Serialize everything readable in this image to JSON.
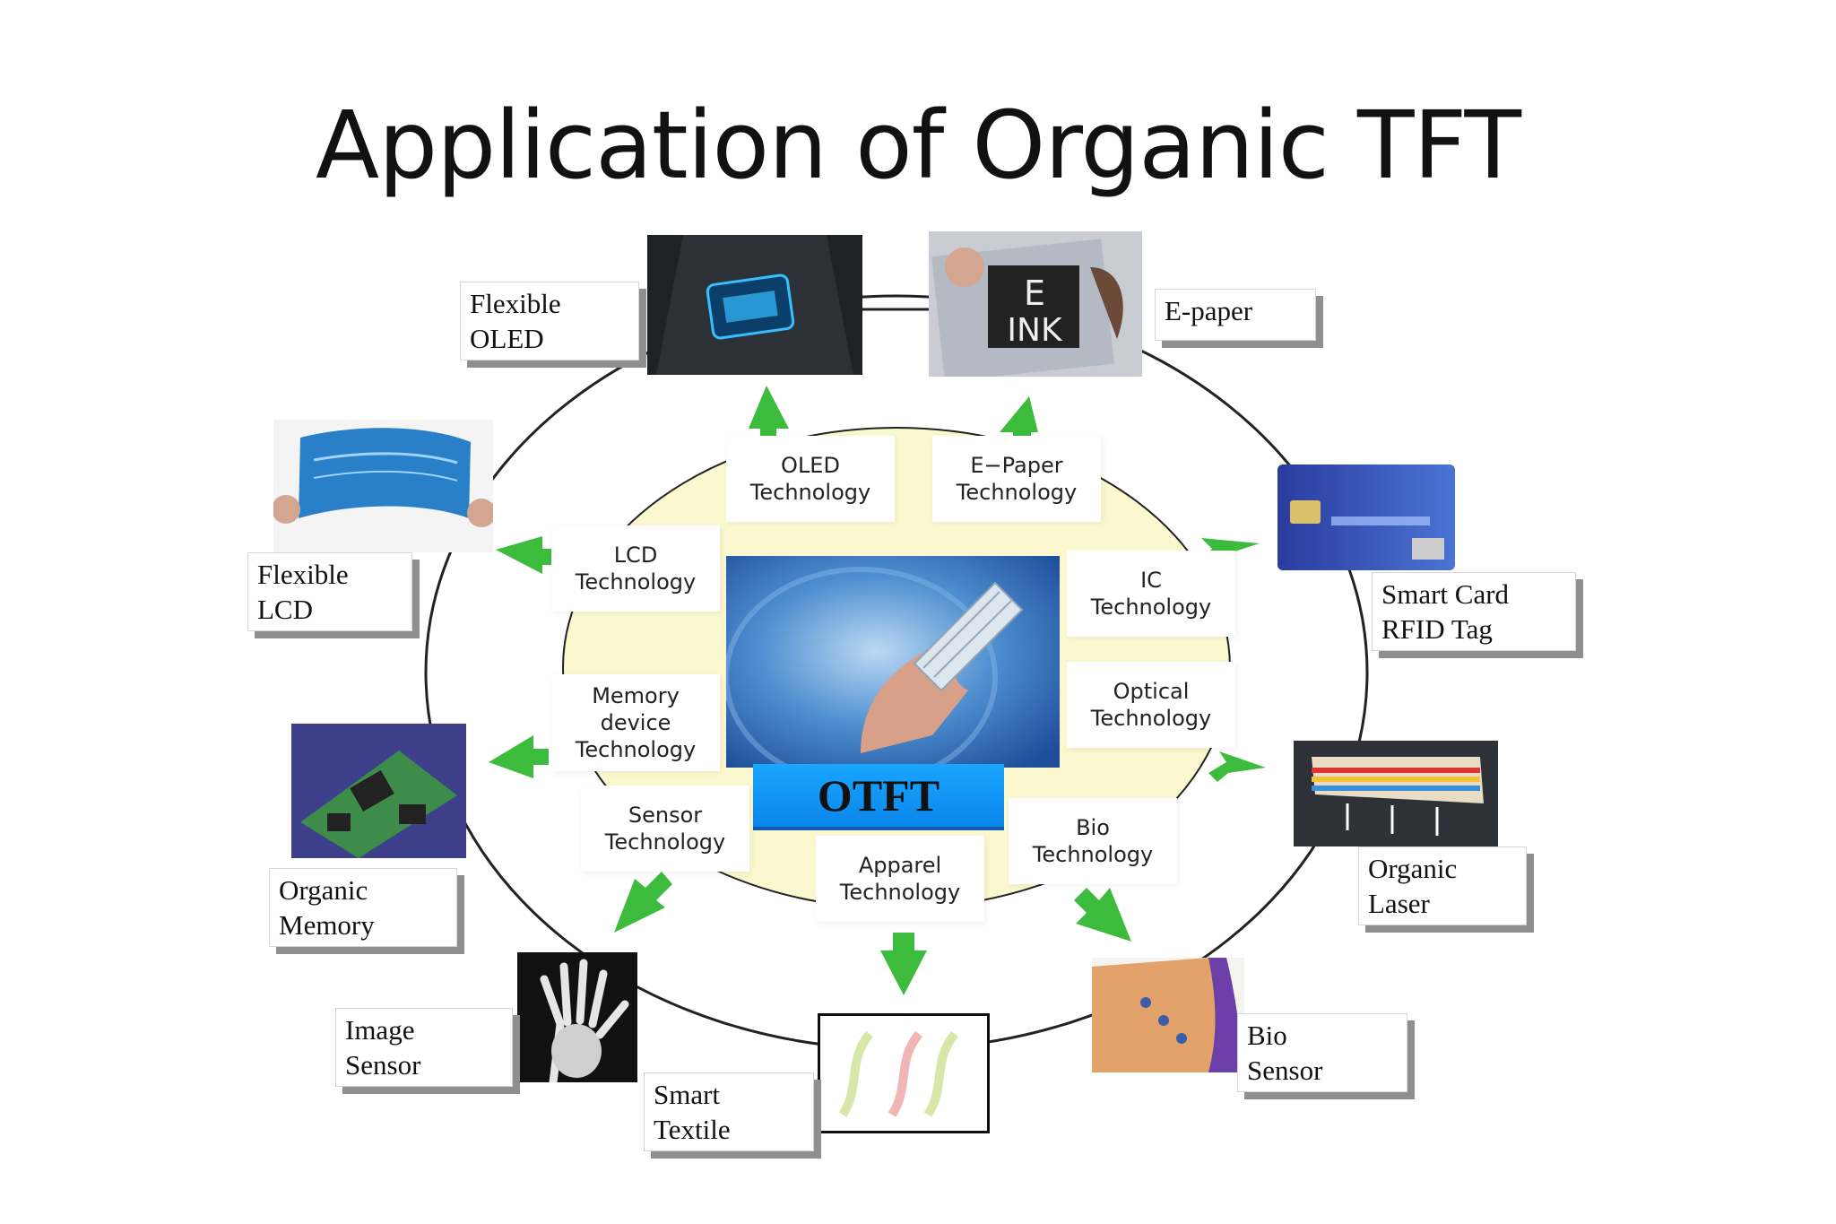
{
  "title": "Application of Organic TFT",
  "center": {
    "label": "OTFT"
  },
  "technologies": [
    {
      "id": "oled",
      "lines": [
        "OLED",
        "Technology"
      ]
    },
    {
      "id": "epaper",
      "lines": [
        "E−Paper",
        "Technology"
      ]
    },
    {
      "id": "lcd",
      "lines": [
        "LCD",
        "Technology"
      ]
    },
    {
      "id": "ic",
      "lines": [
        "IC",
        "Technology"
      ]
    },
    {
      "id": "memory",
      "lines": [
        "Memory",
        "device",
        "Technology"
      ]
    },
    {
      "id": "optical",
      "lines": [
        "Optical",
        "Technology"
      ]
    },
    {
      "id": "sensor",
      "lines": [
        "Sensor",
        "Technology"
      ]
    },
    {
      "id": "bio",
      "lines": [
        "Bio",
        "Technology"
      ]
    },
    {
      "id": "apparel",
      "lines": [
        "Apparel",
        "Technology"
      ]
    }
  ],
  "applications": [
    {
      "id": "flexible-oled",
      "lines": [
        "Flexible",
        "OLED"
      ]
    },
    {
      "id": "e-paper",
      "lines": [
        "E-paper"
      ]
    },
    {
      "id": "flexible-lcd",
      "lines": [
        "Flexible",
        "LCD"
      ]
    },
    {
      "id": "smart-card",
      "lines": [
        "Smart Card",
        "RFID Tag"
      ]
    },
    {
      "id": "organic-memory",
      "lines": [
        "Organic",
        "Memory"
      ]
    },
    {
      "id": "organic-laser",
      "lines": [
        "Organic",
        "Laser"
      ]
    },
    {
      "id": "image-sensor",
      "lines": [
        "Image",
        "Sensor"
      ]
    },
    {
      "id": "smart-textile",
      "lines": [
        "Smart",
        "Textile"
      ]
    },
    {
      "id": "bio-sensor",
      "lines": [
        "Bio",
        "Sensor"
      ]
    }
  ],
  "photo_text": {
    "eink_top": "E",
    "eink_bottom": "INK"
  },
  "colors": {
    "arrow": "#3dbb3d",
    "inner_fill": "#fbf7cf",
    "badge": "#1aa0f8",
    "ring": "#222222"
  },
  "icons": {
    "center": "hand-holding-flexible-circuit-photo",
    "arrows": "green-arrow-icon"
  }
}
